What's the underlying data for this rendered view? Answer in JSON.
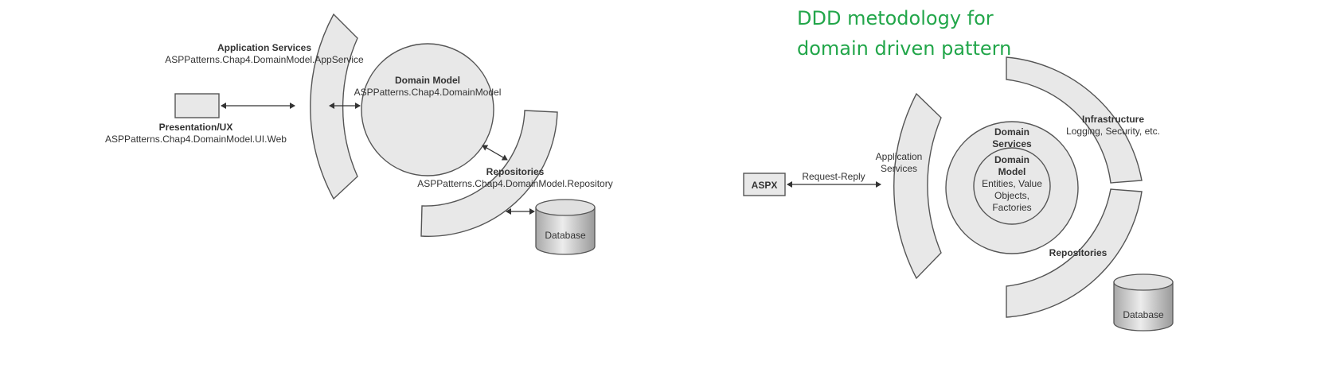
{
  "heading": {
    "line1": "DDD metodology for",
    "line2": "domain driven pattern",
    "color": "#22a64a"
  },
  "left_diagram": {
    "application_services": {
      "title": "Application Services",
      "namespace": "ASPPatterns.Chap4.DomainModel.AppService"
    },
    "domain_model": {
      "title": "Domain Model",
      "namespace": "ASPPatterns.Chap4.DomainModel"
    },
    "presentation": {
      "title": "Presentation/UX",
      "namespace": "ASPPatterns.Chap4.DomainModel.UI.Web"
    },
    "repositories": {
      "title": "Repositories",
      "namespace": "ASPPatterns.Chap4.DomainModel.Repository"
    },
    "database": "Database"
  },
  "right_diagram": {
    "aspx": "ASPX",
    "request_reply": "Request-Reply",
    "application_services": [
      "Application",
      "Services"
    ],
    "domain_services": [
      "Domain",
      "Services"
    ],
    "domain_model": [
      "Domain",
      "Model",
      "Entities, Value",
      "Objects,",
      "Factories"
    ],
    "infrastructure": {
      "title": "Infrastructure",
      "subtitle": "Logging, Security, etc."
    },
    "repositories": "Repositories",
    "database": "Database"
  }
}
